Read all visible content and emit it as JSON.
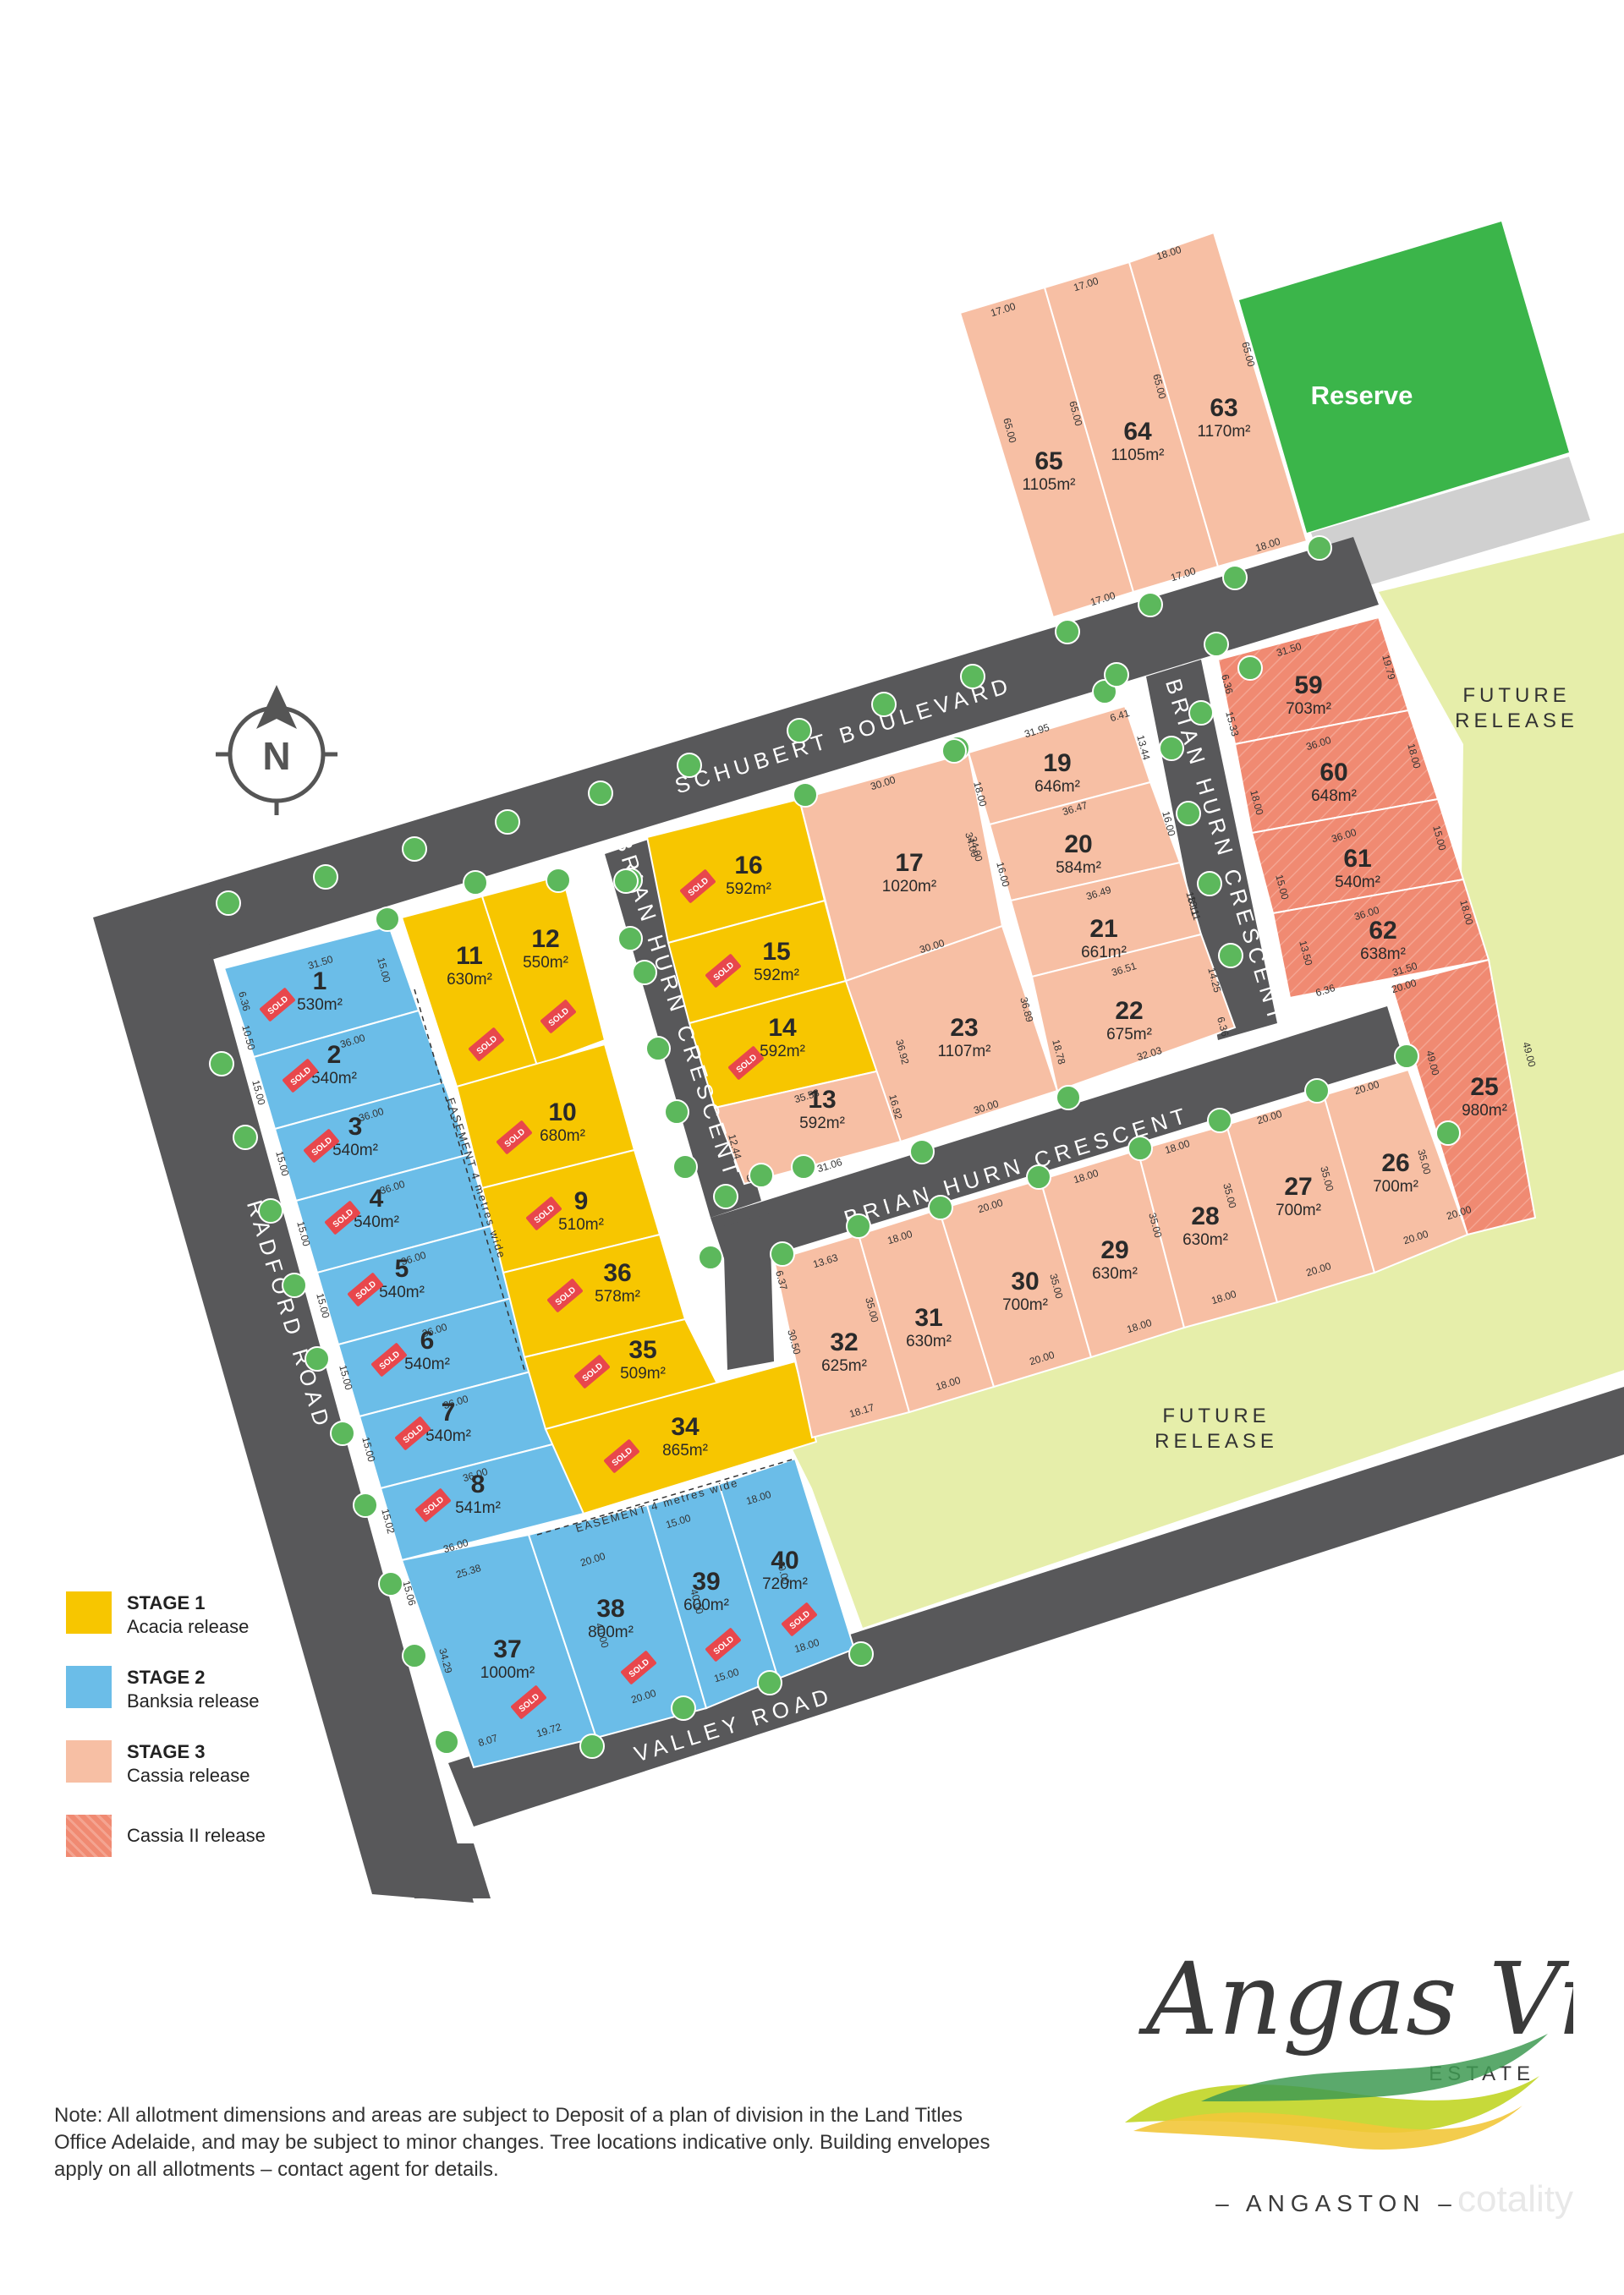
{
  "roads": {
    "schubert": "SCHUBERT BOULEVARD",
    "brian_hurn_west": "BRIAN HURN CRESCENT",
    "brian_hurn_south": "BRIAN HURN CRESCENT",
    "brian_hurn_east": "BRIAN HURN CRESCENT",
    "radford": "RADFORD ROAD",
    "valley": "VALLEY ROAD"
  },
  "areas": {
    "reserve": "Reserve",
    "future_release_east_1": "FUTURE",
    "future_release_east_2": "RELEASE",
    "future_release_south_1": "FUTURE",
    "future_release_south_2": "RELEASE"
  },
  "compass": {
    "label": "N",
    "icon": "north-arrow-icon"
  },
  "easement": {
    "label_1": "EASEMENT 4 metres wide",
    "label_2": "EASEMENT 4 metres wide"
  },
  "sold_label": "SOLD",
  "colors": {
    "stage1": "#f7c600",
    "stage2": "#6bbde8",
    "stage3": "#f7bfa4",
    "cassia2": "#f08a72",
    "reserve": "#3bb54a",
    "future": "#e6eeaa",
    "road": "#58585a",
    "tree": "#5cb85c"
  },
  "lots": [
    {
      "num": "1",
      "area": "530m²"
    },
    {
      "num": "2",
      "area": "540m²"
    },
    {
      "num": "3",
      "area": "540m²"
    },
    {
      "num": "4",
      "area": "540m²"
    },
    {
      "num": "5",
      "area": "540m²"
    },
    {
      "num": "6",
      "area": "540m²"
    },
    {
      "num": "7",
      "area": "540m²"
    },
    {
      "num": "8",
      "area": "541m²"
    },
    {
      "num": "9",
      "area": "510m²"
    },
    {
      "num": "10",
      "area": "680m²"
    },
    {
      "num": "11",
      "area": "630m²"
    },
    {
      "num": "12",
      "area": "550m²"
    },
    {
      "num": "13",
      "area": "592m²"
    },
    {
      "num": "14",
      "area": "592m²"
    },
    {
      "num": "15",
      "area": "592m²"
    },
    {
      "num": "16",
      "area": "592m²"
    },
    {
      "num": "17",
      "area": "1020m²"
    },
    {
      "num": "19",
      "area": "646m²"
    },
    {
      "num": "20",
      "area": "584m²"
    },
    {
      "num": "21",
      "area": "661m²"
    },
    {
      "num": "22",
      "area": "675m²"
    },
    {
      "num": "23",
      "area": "1107m²"
    },
    {
      "num": "25",
      "area": "980m²"
    },
    {
      "num": "26",
      "area": "700m²"
    },
    {
      "num": "27",
      "area": "700m²"
    },
    {
      "num": "28",
      "area": "630m²"
    },
    {
      "num": "29",
      "area": "630m²"
    },
    {
      "num": "30",
      "area": "700m²"
    },
    {
      "num": "31",
      "area": "630m²"
    },
    {
      "num": "32",
      "area": "625m²"
    },
    {
      "num": "34",
      "area": "865m²"
    },
    {
      "num": "35",
      "area": "509m²"
    },
    {
      "num": "36",
      "area": "578m²"
    },
    {
      "num": "37",
      "area": "1000m²"
    },
    {
      "num": "38",
      "area": "800m²"
    },
    {
      "num": "39",
      "area": "600m²"
    },
    {
      "num": "40",
      "area": "720m²"
    },
    {
      "num": "59",
      "area": "703m²"
    },
    {
      "num": "60",
      "area": "648m²"
    },
    {
      "num": "61",
      "area": "540m²"
    },
    {
      "num": "62",
      "area": "638m²"
    },
    {
      "num": "63",
      "area": "1170m²"
    },
    {
      "num": "64",
      "area": "1105m²"
    },
    {
      "num": "65",
      "area": "1105m²"
    }
  ],
  "dims": [
    "17.00",
    "17.00",
    "18.00",
    "65.00",
    "65.00",
    "65.00",
    "65.00",
    "17.00",
    "17.00",
    "18.00",
    "31.50",
    "19.79",
    "36.00",
    "18.00",
    "36.00",
    "15.00",
    "36.00",
    "18.00",
    "31.50",
    "20.00",
    "49.00",
    "20.00",
    "49.00",
    "31.95",
    "6.41",
    "18.00",
    "34.00",
    "16.00",
    "13.44",
    "36.47",
    "16.00",
    "36.49",
    "18.11",
    "18.11",
    "36.51",
    "14.25",
    "32.03",
    "6.36",
    "30.00",
    "34.00",
    "30.00",
    "36.92",
    "36.89",
    "18.78",
    "30.00",
    "35.58",
    "16.92",
    "12.44",
    "31.06",
    "6.39",
    "31.50",
    "15.00",
    "6.36",
    "10.50",
    "36.00",
    "15.00",
    "36.00",
    "15.00",
    "36.00",
    "15.00",
    "36.00",
    "15.00",
    "36.00",
    "15.00",
    "36.00",
    "15.00",
    "36.00",
    "15.02",
    "36.00",
    "15.06",
    "25.38",
    "34.29",
    "8.07",
    "19.72",
    "20.00",
    "40.00",
    "20.00",
    "15.00",
    "40.00",
    "15.00",
    "18.00",
    "40.00",
    "18.00",
    "13.63",
    "6.37",
    "30.50",
    "18.17",
    "35.00",
    "18.00",
    "18.00",
    "20.00",
    "35.00",
    "20.00",
    "18.00",
    "35.00",
    "18.00",
    "18.00",
    "35.00",
    "18.00",
    "20.00",
    "35.00",
    "20.00",
    "20.00",
    "35.00",
    "20.00",
    "6.36",
    "15.33",
    "18.00",
    "15.00",
    "13.50",
    "6.36"
  ],
  "legend": [
    {
      "stage": "STAGE 1",
      "name": "Acacia release"
    },
    {
      "stage": "STAGE 2",
      "name": "Banksia release"
    },
    {
      "stage": "STAGE 3",
      "name": "Cassia release"
    },
    {
      "stage": "",
      "name": "Cassia II release"
    }
  ],
  "note": "Note: All allotment dimensions and areas are subject to Deposit of a plan of division in the Land Titles Office Adelaide, and may be subject to minor changes. Tree locations indicative only. Building envelopes apply on all allotments – contact agent for details.",
  "logo": {
    "script": "Angas Views",
    "estate": "ESTATE",
    "town": "– ANGASTON –"
  },
  "watermark": "cotality"
}
